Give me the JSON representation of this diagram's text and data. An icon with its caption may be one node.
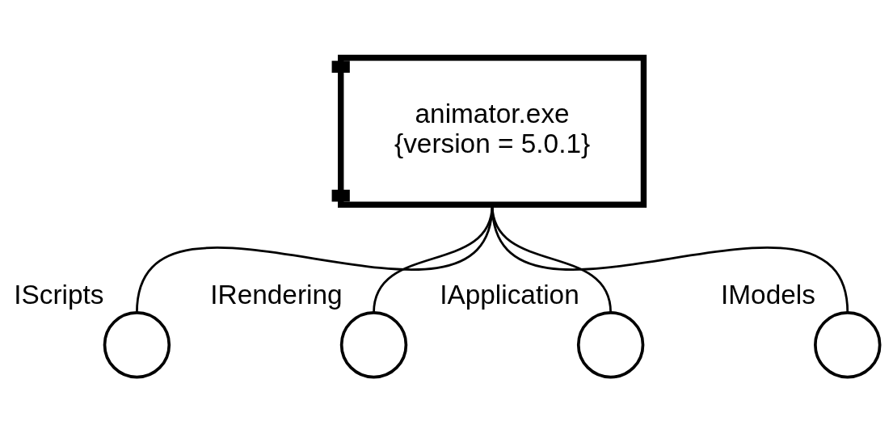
{
  "diagram": {
    "nodes": [
      {
        "text": [
          "animator.exe",
          "{version = 5.0.1}"
        ]
      },
      {
        "text": [
          "IScripts"
        ]
      },
      {
        "text": [
          "IRendering"
        ]
      },
      {
        "text": [
          "IApplication"
        ]
      },
      {
        "text": [
          "IModels"
        ]
      }
    ],
    "edges": [
      {
        "from": 0,
        "to": 1,
        "arrow": "none"
      },
      {
        "from": 0,
        "to": 2,
        "arrow": "none"
      },
      {
        "from": 0,
        "to": 3,
        "arrow": "none"
      },
      {
        "from": 0,
        "to": 4,
        "arrow": "none"
      }
    ]
  }
}
